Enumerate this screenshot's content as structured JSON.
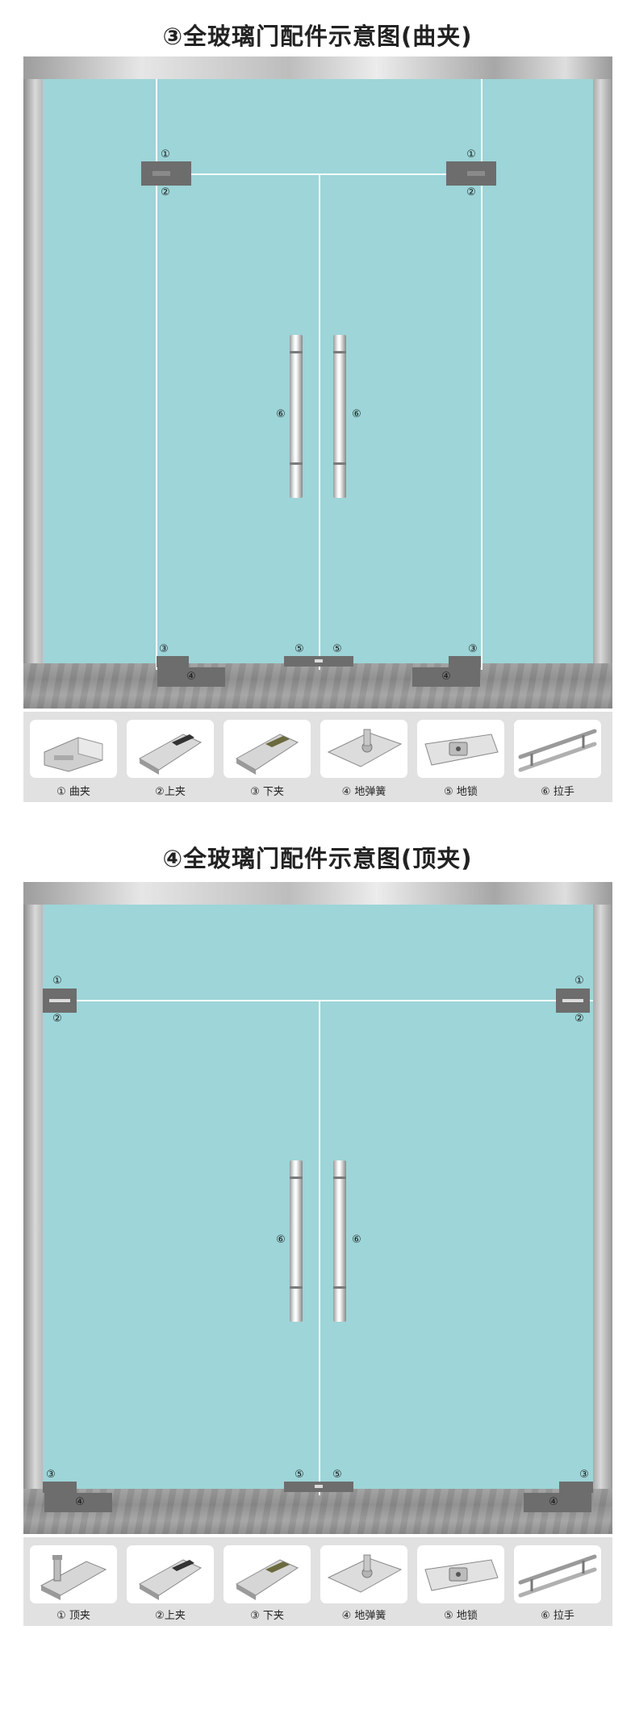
{
  "diagram1": {
    "title": "③全玻璃门配件示意图(曲夹)",
    "callouts": {
      "n1": "①",
      "n2": "②",
      "n3": "③",
      "n4": "④",
      "n5": "⑤",
      "n6": "⑥"
    },
    "products": [
      {
        "label": "① 曲夹",
        "icon": "patch-fitting-l-icon"
      },
      {
        "label": "②上夹",
        "icon": "top-patch-icon"
      },
      {
        "label": "③ 下夹",
        "icon": "bottom-patch-icon"
      },
      {
        "label": "④ 地弹簧",
        "icon": "floor-spring-icon"
      },
      {
        "label": "⑤ 地锁",
        "icon": "floor-lock-icon"
      },
      {
        "label": "⑥ 拉手",
        "icon": "pull-handle-icon"
      }
    ]
  },
  "diagram2": {
    "title": "④全玻璃门配件示意图(顶夹)",
    "callouts": {
      "n1": "①",
      "n2": "②",
      "n3": "③",
      "n4": "④",
      "n5": "⑤",
      "n6": "⑥"
    },
    "products": [
      {
        "label": "① 顶夹",
        "icon": "top-clamp-icon"
      },
      {
        "label": "②上夹",
        "icon": "top-patch-icon"
      },
      {
        "label": "③ 下夹",
        "icon": "bottom-patch-icon"
      },
      {
        "label": "④ 地弹簧",
        "icon": "floor-spring-icon"
      },
      {
        "label": "⑤ 地锁",
        "icon": "floor-lock-icon"
      },
      {
        "label": "⑥ 拉手",
        "icon": "pull-handle-icon"
      }
    ]
  },
  "colors": {
    "glass": "#9dd5d8",
    "frame": "#b8b8b8",
    "fitting": "#6d6d6d",
    "floor": "#959595",
    "strip": "#e1e1e1"
  }
}
